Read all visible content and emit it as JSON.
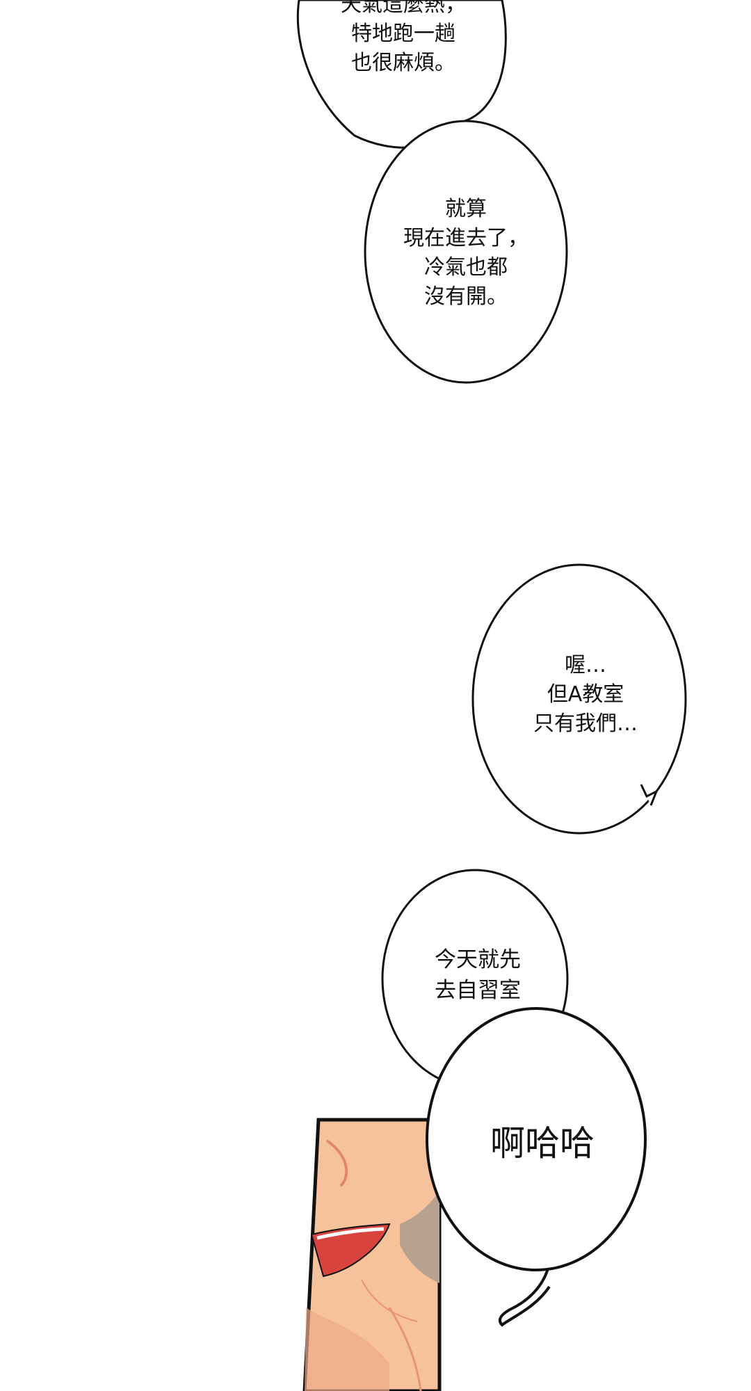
{
  "bubbles": [
    {
      "lines": [
        "天氣這麼熱，",
        "特地跑一趟",
        "也很麻煩。"
      ]
    },
    {
      "lines": [
        "就算",
        "現在進去了，",
        "冷氣也都",
        "沒有開。"
      ]
    },
    {
      "lines": [
        "喔…",
        "但A教室",
        "只有我們…"
      ]
    },
    {
      "lines": [
        "今天就先",
        "去自習室"
      ]
    },
    {
      "lines": [
        "啊哈哈"
      ]
    }
  ],
  "colors": {
    "background": "#ffffff",
    "outline": "#111111",
    "skin": "#f6c29c",
    "skin_shadow": "#f0a98a",
    "mouth": "#d8433e",
    "hair": "#b7a28f"
  }
}
